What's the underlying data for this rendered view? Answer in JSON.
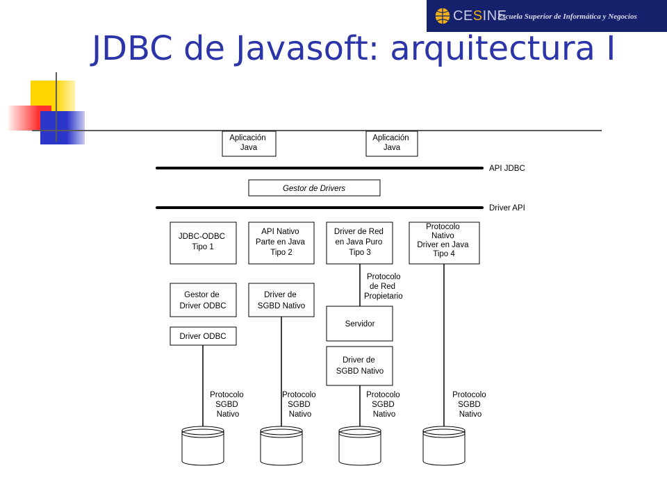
{
  "logo": {
    "brand_left": "CE",
    "brand_mid": "S",
    "brand_right": "INE",
    "tagline": "Escuela Superior de Informática y Negocios",
    "emblem_icon": "globe-icon",
    "colors": {
      "bar": "#16216b",
      "accent": "#f2b019"
    }
  },
  "title": "JDBC de Javasoft: arquitectura I",
  "diagram": {
    "apps": [
      {
        "lines": [
          "Aplicación",
          "Java"
        ]
      },
      {
        "lines": [
          "Aplicación",
          "Java"
        ]
      }
    ],
    "buses": [
      "API JDBC",
      "Driver API"
    ],
    "manager": "Gestor de Drivers",
    "drivers": [
      {
        "lines": [
          "JDBC-ODBC",
          "Tipo 1"
        ]
      },
      {
        "lines": [
          "API Nativo",
          "Parte en Java",
          "Tipo 2"
        ]
      },
      {
        "lines": [
          "Driver de Red",
          "en Java Puro",
          "Tipo 3"
        ]
      },
      {
        "lines": [
          "Protocolo",
          "Nativo",
          "Driver en Java",
          "Tipo 4"
        ]
      }
    ],
    "odbc_manager": [
      "Gestor de",
      "Driver ODBC"
    ],
    "odbc_driver": "Driver ODBC",
    "native_driver": [
      "Driver de",
      "SGBD Nativo"
    ],
    "net_protocol": [
      "Protocolo",
      "de Red",
      "Propietario"
    ],
    "server": "Servidor",
    "db_protocol": [
      "Protocolo",
      "SGBD",
      "Nativo"
    ],
    "databases": 4
  }
}
